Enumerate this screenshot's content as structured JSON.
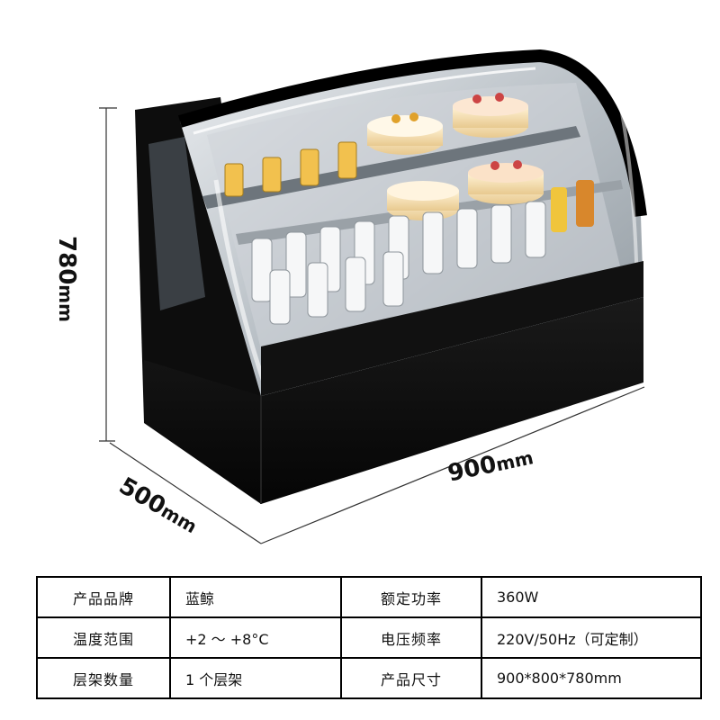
{
  "dimensions": {
    "height": {
      "value": "780",
      "unit": "mm"
    },
    "depth": {
      "value": "500",
      "unit": "mm"
    },
    "width": {
      "value": "900",
      "unit": "mm"
    }
  },
  "specs": {
    "rows": [
      {
        "label1": "产品品牌",
        "value1": "蓝鲸",
        "label2": "额定功率",
        "value2": "360W"
      },
      {
        "label1": "温度范围",
        "value1": "+2 ～ +8°C",
        "label2": "电压频率",
        "value2": "220V/50Hz（可定制）"
      },
      {
        "label1": "层架数量",
        "value1": "1 个层架",
        "label2": "产品尺寸",
        "value2": "900*800*780mm"
      }
    ]
  }
}
